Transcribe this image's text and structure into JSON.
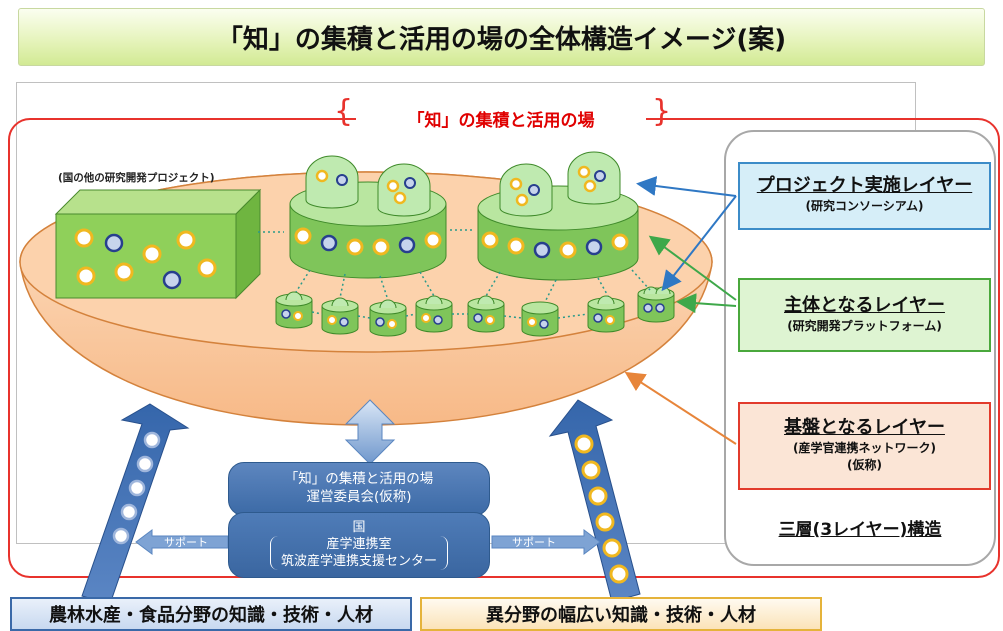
{
  "title": "「知」の集積と活用の場の全体構造イメージ(案)",
  "venue_label": "「知」の集積と活用の場",
  "other_projects_label": "(国の他の研究開発プロジェクト)",
  "layers": {
    "project": {
      "title": "プロジェクト実施レイヤー",
      "subtitle": "(研究コンソーシアム)",
      "color": "#3c8cc8"
    },
    "main": {
      "title": "主体となるレイヤー",
      "subtitle": "(研究開発プラットフォーム)",
      "color": "#4aa83c"
    },
    "base": {
      "title": "基盤となるレイヤー",
      "subtitle": "(産学官連携ネットワーク)",
      "note": "(仮称)",
      "color": "#e23b2c"
    }
  },
  "three_layer_caption": "三層(3レイヤー)構造",
  "committee": {
    "line1": "「知」の集積と活用の場",
    "line2": "運営委員会(仮称)",
    "org_line1": "国",
    "org_line2": "産学連携室",
    "org_line3": "筑波産学連携支援センター"
  },
  "support_label": "サポート",
  "bottom_left": "農林水産・食品分野の知識・技術・人材",
  "bottom_right": "異分野の幅広い知識・技術・人材",
  "colors": {
    "bowl": "#fcd4b0",
    "cylinder": "#8ed06a",
    "arrow_blue": "#3d6fb0",
    "red_frame": "#e8322c"
  }
}
